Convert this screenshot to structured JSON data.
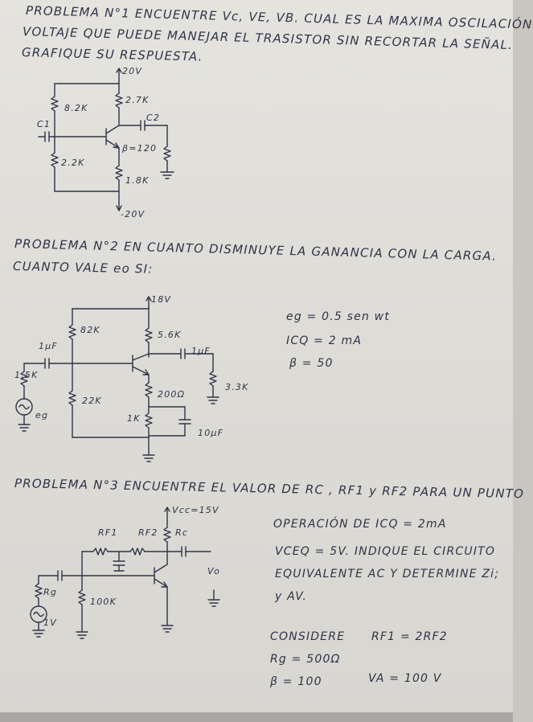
{
  "problem1": {
    "line1": "PROBLEMA N°1 ENCUENTRE  Vc, VE, VB.  CUAL ES LA MAXIMA OSCILACIÓN",
    "line2": "VOLTAJE QUE PUEDE MANEJAR EL TRASISTOR SIN RECORTAR LA SEÑAL.",
    "line3": "GRAFIQUE SU RESPUESTA.",
    "labels": {
      "vcc": "20V",
      "r1": "8.2K",
      "rc": "2.7K",
      "c1": "C1",
      "c2": "C2",
      "beta": "β=120",
      "r2": "2.2K",
      "re": "1.8K",
      "vee": "-20V"
    }
  },
  "problem2": {
    "line1": "PROBLEMA N°2 EN CUANTO   DISMINUYE LA GANANCIA CON LA CARGA.",
    "line2": "CUANTO VALE eo SI:",
    "labels": {
      "vcc": "18V",
      "r1": "82K",
      "rc": "5.6K",
      "cin": "1µF",
      "cout": "1µF",
      "rs": "1.5K",
      "r2": "22K",
      "re1": "200Ω",
      "rl": "3.3K",
      "re2": "1K",
      "ce": "10µF",
      "source": "eg"
    },
    "params": {
      "eg": "eg = 0.5 sen wt",
      "icq": "ICQ = 2 mA",
      "beta": "β = 50"
    }
  },
  "problem3": {
    "title": "PROBLEMA N°3 ENCUENTRE EL VALOR DE RC , RF1 y RF2  PARA UN PUNTO",
    "desc1": "OPERACIÓN DE ICQ = 2mA",
    "desc2": "VCEQ = 5V.  INDIQUE  EL CIRCUITO",
    "desc3": "EQUIVALENTE  AC  Y  DETERMINE  Zi;",
    "desc4": "y  AV.",
    "labels": {
      "vcc": "Vcc=15V",
      "rf1": "RF1",
      "rf2": "RF2",
      "rc": "Rc",
      "rg": "Rg",
      "source": "1V",
      "r100k": "100K",
      "vo": "Vo"
    },
    "consider": {
      "line1": "CONSIDERE",
      "rel": "RF1 = 2RF2",
      "rg": "Rg = 500Ω",
      "beta": "β = 100",
      "va": "VA = 100 V"
    }
  }
}
